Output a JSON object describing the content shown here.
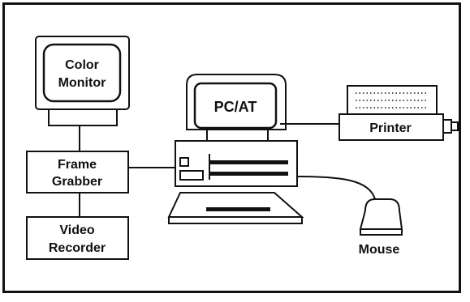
{
  "diagram": {
    "color_monitor": {
      "line1": "Color",
      "line2": "Monitor"
    },
    "frame_grabber": {
      "line1": "Frame",
      "line2": "Grabber"
    },
    "video_recorder": {
      "line1": "Video",
      "line2": "Recorder"
    },
    "pc": {
      "label": "PC/AT"
    },
    "printer": {
      "label": "Printer"
    },
    "mouse": {
      "label": "Mouse"
    }
  },
  "colors": {
    "stroke": "#111111",
    "background": "#ffffff"
  }
}
